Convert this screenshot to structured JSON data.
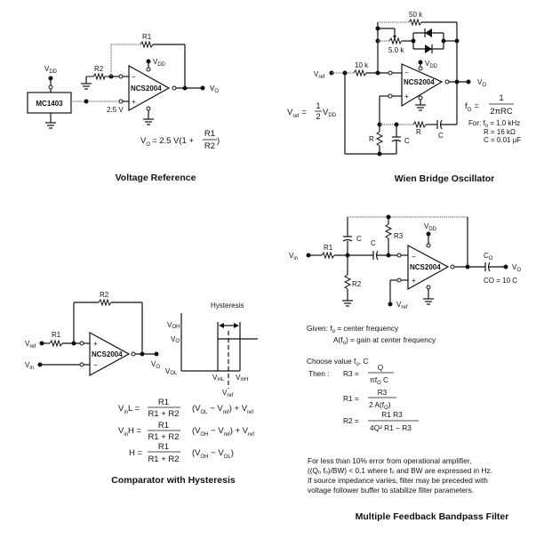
{
  "figures": {
    "voltage_reference": {
      "caption": "Voltage Reference",
      "labels": {
        "vdd_left": "V",
        "vdd_left_sub": "DD",
        "vdd_amp": "V",
        "vdd_amp_sub": "DD",
        "ic": "MC1403",
        "r1": "R1",
        "r2": "R2",
        "opamp": "NCS2004",
        "minus": "−",
        "plus": "+",
        "ref_voltage": "2.5 V",
        "vout": "V",
        "vout_sub": "O"
      },
      "equation": {
        "lhs": "V",
        "lhs_sub": "O",
        "rhs": "= 2.5 V(1 +",
        "num": "R1",
        "den": "R2",
        "close": ")"
      }
    },
    "wien_bridge": {
      "caption": "Wien Bridge Oscillator",
      "labels": {
        "r50k": "50 k",
        "r5k": "5.0 k",
        "r10k": "10 k",
        "vref": "V",
        "vref_sub": "ref",
        "vdd": "V",
        "vdd_sub": "DD",
        "opamp": "NCS2004",
        "minus": "−",
        "plus": "+",
        "vout": "V",
        "vout_sub": "O",
        "r_series": "R",
        "c_series": "C",
        "r_shunt": "R",
        "c_shunt": "C"
      },
      "vref_equation": {
        "lhs": "V",
        "lhs_sub": "ref",
        "eq": "=",
        "num": "1",
        "den": "2",
        "rhs": "V",
        "rhs_sub": "DD"
      },
      "freq_equation": {
        "lhs": "f",
        "lhs_sub": "O",
        "eq": "=",
        "num": "1",
        "den": "2πRC"
      },
      "example": {
        "line1_prefix": "For: f",
        "line1_sub": "o",
        "line1_rest": " = 1.0 kHz",
        "line2": "R = 16 kΩ",
        "line3": "C = 0.01 μF"
      }
    },
    "comparator": {
      "caption": "Comparator with Hysteresis",
      "labels": {
        "r1": "R1",
        "r2": "R2",
        "vref": "V",
        "vref_sub": "ref",
        "vin": "V",
        "vin_sub": "in",
        "opamp": "NCS2004",
        "plus": "+",
        "minus": "−",
        "vout": "V",
        "vout_sub": "O"
      },
      "graph": {
        "title": "Hysteresis",
        "voh": "V",
        "voh_sub": "OH",
        "vo": "V",
        "vo_sub": "O",
        "vol": "V",
        "vol_sub": "OL",
        "vinl": "V",
        "vinl_sub": "inL",
        "vinh": "V",
        "vinh_sub": "inH",
        "vref": "V",
        "vref_sub": "ref"
      },
      "equations": [
        {
          "lhs": "V",
          "lhs_sub": "in",
          "lhs_rest": "L =",
          "num": "R1",
          "den": "R1 + R2",
          "rhs": "(V",
          "rhs_sub1": "OL",
          "rhs_mid": " − V",
          "rhs_sub2": "ref",
          "rhs_end": ") + V",
          "rhs_sub3": "ref"
        },
        {
          "lhs": "V",
          "lhs_sub": "in",
          "lhs_rest": "H =",
          "num": "R1",
          "den": "R1 + R2",
          "rhs": "(V",
          "rhs_sub1": "OH",
          "rhs_mid": " − V",
          "rhs_sub2": "ref",
          "rhs_end": ") + V",
          "rhs_sub3": "ref"
        },
        {
          "lhs": "H",
          "lhs_sub": "",
          "lhs_rest": " =",
          "num": "R1",
          "den": "R1 + R2",
          "rhs": "(V",
          "rhs_sub1": "OH",
          "rhs_mid": " − V",
          "rhs_sub2": "OL",
          "rhs_end": ")",
          "rhs_sub3": ""
        }
      ]
    },
    "bandpass": {
      "caption": "Multiple Feedback Bandpass Filter",
      "labels": {
        "vin": "V",
        "vin_sub": "in",
        "r1": "R1",
        "r2": "R2",
        "r3": "R3",
        "c_top": "C",
        "c_mid": "C",
        "vdd": "V",
        "vdd_sub": "DD",
        "opamp": "NCS2004",
        "minus": "−",
        "plus": "+",
        "vref": "V",
        "vref_sub": "ref",
        "co": "C",
        "co_sub": "O",
        "vout": "V",
        "vout_sub": "O",
        "co_rule": "CO = 10 C"
      },
      "given": {
        "line1_prefix": "Given:  f",
        "line1_sub": "o",
        "line1_rest": "  =  center frequency",
        "line2_prefix": "A(f",
        "line2_sub": "o",
        "line2_rest": ")  =  gain at center frequency"
      },
      "choose": {
        "prefix": "Choose value f",
        "sub": "o",
        "rest": ", C",
        "then": "Then :"
      },
      "formulas": [
        {
          "lhs": "R3 =",
          "num": "Q",
          "den": "πf",
          "den_sub": "O",
          "den_rest": " C"
        },
        {
          "lhs": "R1 =",
          "num": "R3",
          "den": "2 A(f",
          "den_sub": "O",
          "den_rest": ")"
        },
        {
          "lhs": "R2 =",
          "num": "R1 R3",
          "den": "4Q² R1 − R3",
          "den_sub": "",
          "den_rest": ""
        }
      ],
      "notes": [
        "For less than 10% error from operational amplifier,",
        "((Qₒ fₒ)/BW) < 0.1 where fₒ and BW are expressed in Hz.",
        "If source impedance varies, filter may be preceded with",
        "voltage follower buffer to stabilize filter parameters."
      ]
    }
  }
}
